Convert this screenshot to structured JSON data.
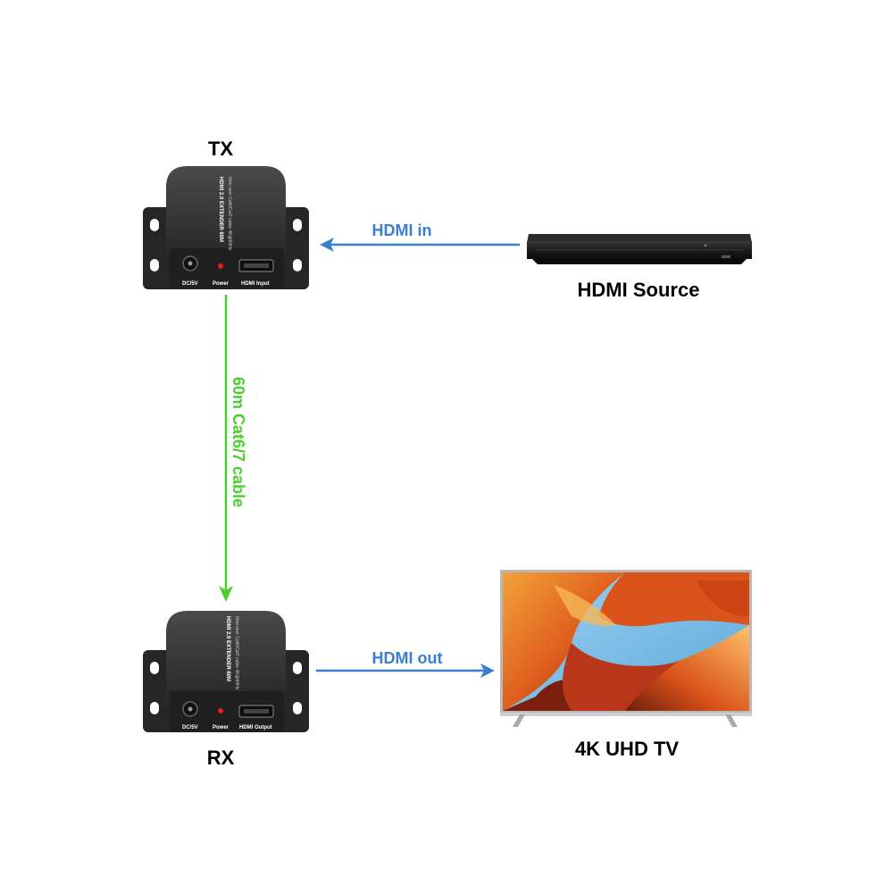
{
  "devices": {
    "tx": {
      "label": "TX",
      "face_text": "HDMI 2.0 EXTENDER 60M",
      "face_small": "60m over Cat6/Cat7 cable 4K@60Hz",
      "port_labels": [
        "DC/5V",
        "Power",
        "HDMI Input"
      ]
    },
    "rx": {
      "label": "RX",
      "face_text": "HDMI 2.0 EXTENDER 60M",
      "face_small": "60m over Cat6/Cat7 cable 4K@60Hz",
      "port_labels": [
        "DC/5V",
        "Power",
        "HDMI Output"
      ]
    },
    "source": {
      "label": "HDMI Source"
    },
    "tv": {
      "label": "4K UHD TV"
    }
  },
  "connections": {
    "hdmi_in": {
      "label": "HDMI in",
      "color": "#3a7fcf"
    },
    "hdmi_out": {
      "label": "HDMI out",
      "color": "#3a7fcf"
    },
    "cable": {
      "label": "60m Cat6/7 cable",
      "color": "#48d12c"
    }
  },
  "colors": {
    "device_body": "#2b2b2b",
    "device_top": "#3a3a3a",
    "bracket": "#262626",
    "power_led": "#e02020",
    "player_body": "#1a1a1a",
    "tv_frame": "#b9b9b9"
  }
}
